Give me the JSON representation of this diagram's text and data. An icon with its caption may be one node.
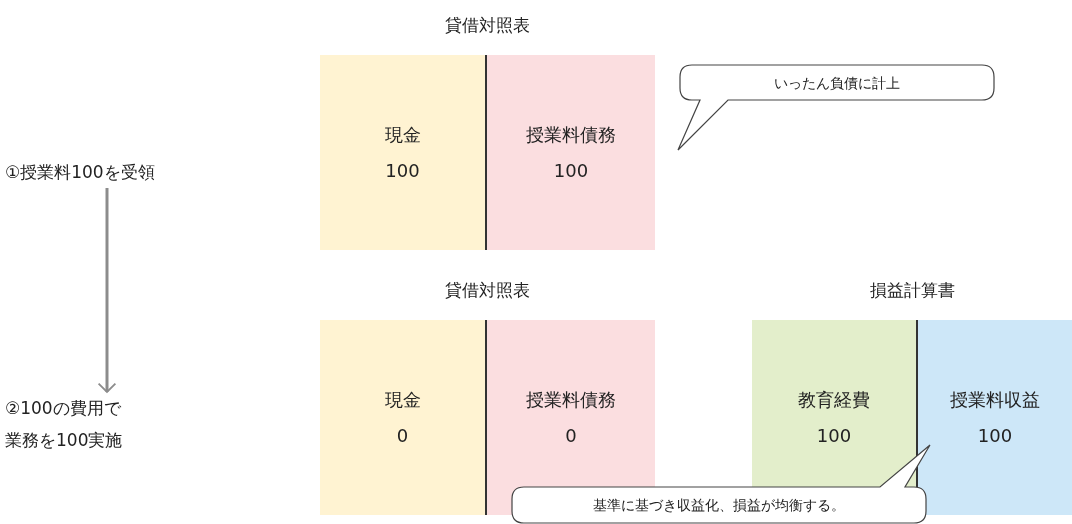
{
  "diagram": {
    "nodes": [
      {
        "text": [
          "①授業料100を受領"
        ]
      },
      {
        "text": [
          "②100の費用で業務を100実施"
        ]
      },
      {
        "text": [
          "貸借対照表"
        ]
      },
      {
        "text": [
          "現金",
          "100"
        ],
        "in": 2
      },
      {
        "text": [
          "授業料債務",
          "100"
        ],
        "in": 2
      },
      {
        "text": [
          "貸借対照表"
        ]
      },
      {
        "text": [
          "現金",
          "0"
        ],
        "in": 5
      },
      {
        "text": [
          "授業料債務",
          "0"
        ],
        "in": 5
      },
      {
        "text": [
          "損益計算書"
        ]
      },
      {
        "text": [
          "教育経費",
          "100"
        ],
        "in": 8
      },
      {
        "text": [
          "授業料収益",
          "100"
        ],
        "in": 8
      },
      {
        "text": [
          "いったん負債に計上"
        ]
      },
      {
        "text": [
          "基準に基づき収益化、損益が均衡する。"
        ]
      }
    ],
    "edges": [
      {
        "from": 0,
        "to": 1,
        "arrow": "to"
      }
    ]
  }
}
